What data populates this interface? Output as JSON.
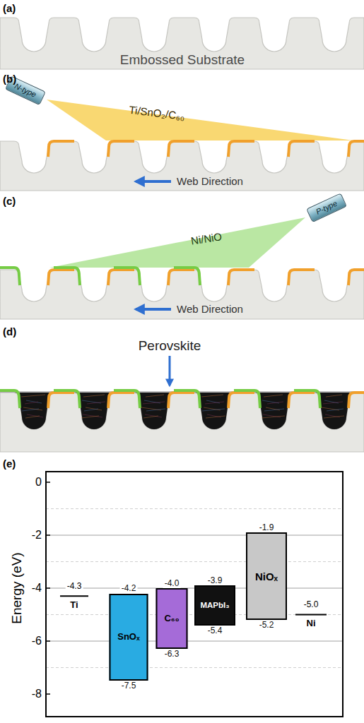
{
  "diagram": {
    "nodes": [
      {
        "text": [
          "N-type"
        ]
      },
      {
        "text": [
          "P-type"
        ]
      },
      {
        "text": [
          "-4.2",
          "SnOₓ",
          "-7.5"
        ]
      },
      {
        "text": [
          "-4.0",
          "C₆₀",
          "-6.3"
        ]
      },
      {
        "text": [
          "-3.9",
          "MAPbI₃",
          "-5.4"
        ]
      },
      {
        "text": [
          "-1.9",
          "NiOₓ",
          "-5.2"
        ]
      }
    ],
    "labels": [
      "(a)",
      "Embossed Substrate",
      "(b)",
      "Ti/SnO₂/C₆₀",
      "Web Direction",
      "(c)",
      "Ni/NiO",
      "Web Direction",
      "(d)",
      "Perovskite",
      "(e)",
      "0",
      "-2",
      "-4",
      "-6",
      "-8",
      "Energy (eV)",
      "-4.3",
      "Ti",
      "-5.0",
      "Ni"
    ]
  }
}
